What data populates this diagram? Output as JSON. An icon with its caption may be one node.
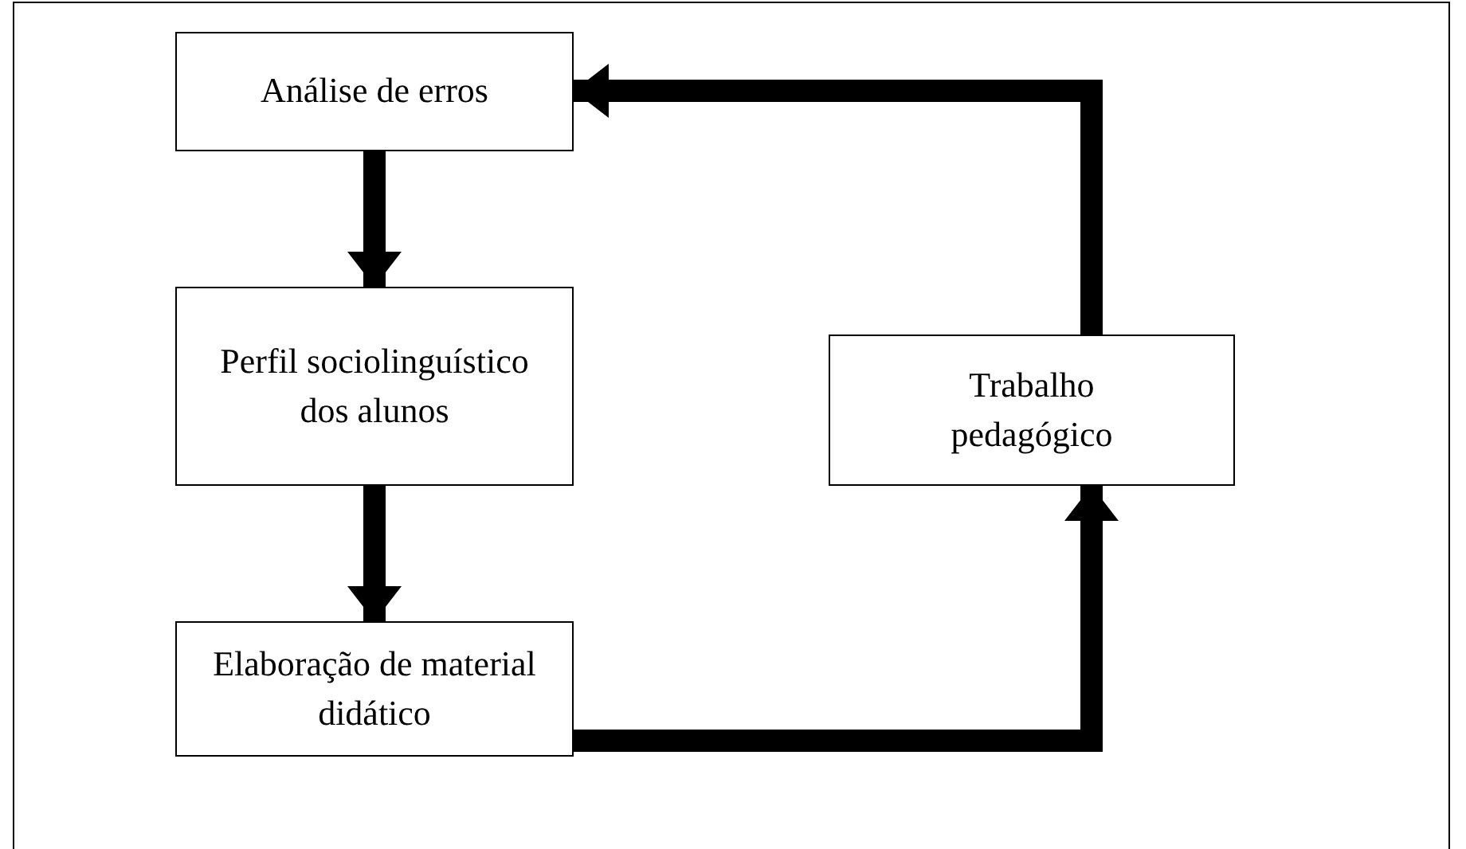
{
  "diagram": {
    "nodes": [
      {
        "text": [
          "Análise de erros"
        ]
      },
      {
        "text": [
          "Perfil sociolinguístico dos alunos"
        ]
      },
      {
        "text": [
          "Elaboração de material didático"
        ]
      },
      {
        "text": [
          "Trabalho pedagógico"
        ]
      }
    ],
    "edges": [
      {
        "from": 0,
        "to": 1,
        "arrow": "to"
      },
      {
        "from": 1,
        "to": 2,
        "arrow": "to"
      },
      {
        "from": 2,
        "to": 3,
        "arrow": "to"
      },
      {
        "from": 3,
        "to": 0,
        "arrow": "to"
      }
    ]
  }
}
